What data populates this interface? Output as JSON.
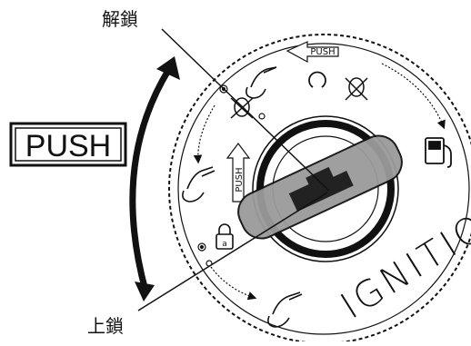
{
  "labels": {
    "unlock": "解鎖",
    "lock": "上鎖",
    "push_big": "PUSH",
    "push_small_top": "PUSH",
    "push_small_left": "PUSH",
    "ignition": "IGNITION"
  },
  "icons": [
    "hand-push-icon",
    "headlight-off-icon",
    "headlight-on-icon",
    "fuel-pump-icon",
    "lock-icon",
    "ring-icon"
  ],
  "colors": {
    "ink": "#111111",
    "key_fill": "#9a9a9a",
    "key_slot": "#222222",
    "background": "#ffffff"
  }
}
